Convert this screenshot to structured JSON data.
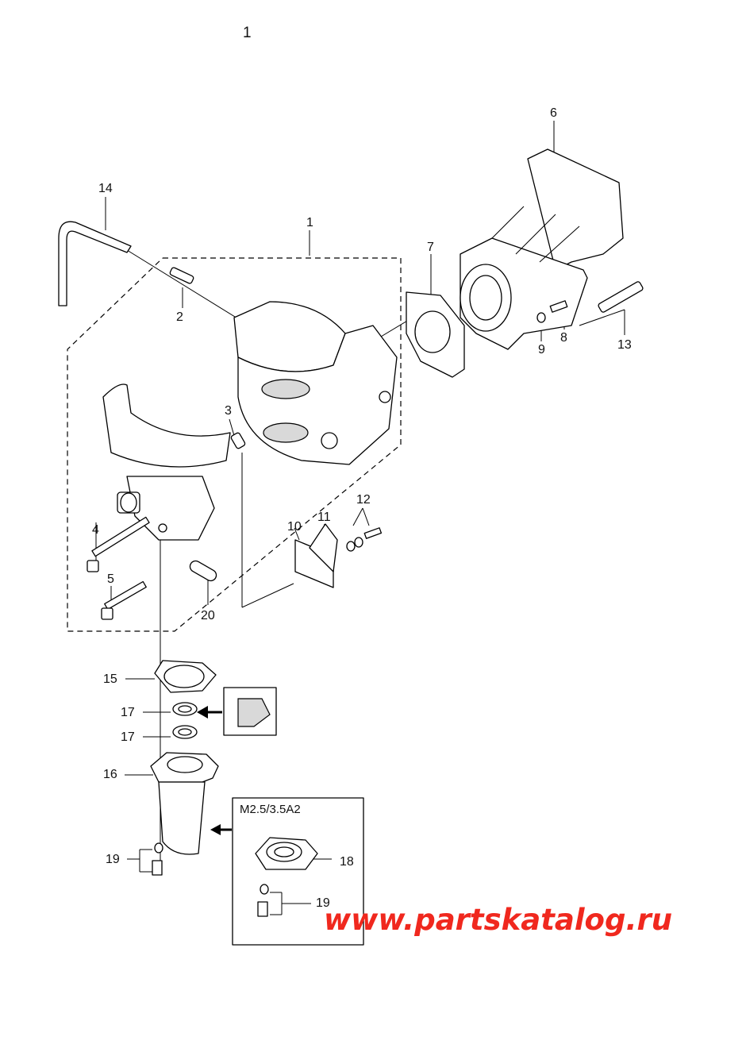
{
  "page": {
    "number": "1"
  },
  "variant_box": {
    "label": "M2.5/3.5A2"
  },
  "callouts": [
    {
      "id": "c1",
      "text": "1"
    },
    {
      "id": "c2",
      "text": "2"
    },
    {
      "id": "c3",
      "text": "3"
    },
    {
      "id": "c4",
      "text": "4"
    },
    {
      "id": "c5",
      "text": "5"
    },
    {
      "id": "c6",
      "text": "6"
    },
    {
      "id": "c7",
      "text": "7"
    },
    {
      "id": "c8",
      "text": "8"
    },
    {
      "id": "c9",
      "text": "9"
    },
    {
      "id": "c10",
      "text": "10"
    },
    {
      "id": "c11",
      "text": "11"
    },
    {
      "id": "c12",
      "text": "12"
    },
    {
      "id": "c13",
      "text": "13"
    },
    {
      "id": "c14",
      "text": "14"
    },
    {
      "id": "c15",
      "text": "15"
    },
    {
      "id": "c16",
      "text": "16"
    },
    {
      "id": "c17a",
      "text": "17"
    },
    {
      "id": "c17b",
      "text": "17"
    },
    {
      "id": "c18",
      "text": "18"
    },
    {
      "id": "c19a",
      "text": "19"
    },
    {
      "id": "c19b",
      "text": "19"
    },
    {
      "id": "c20",
      "text": "20"
    }
  ],
  "watermark": {
    "text": "www.partskatalog.ru",
    "color": "#f0281e"
  }
}
